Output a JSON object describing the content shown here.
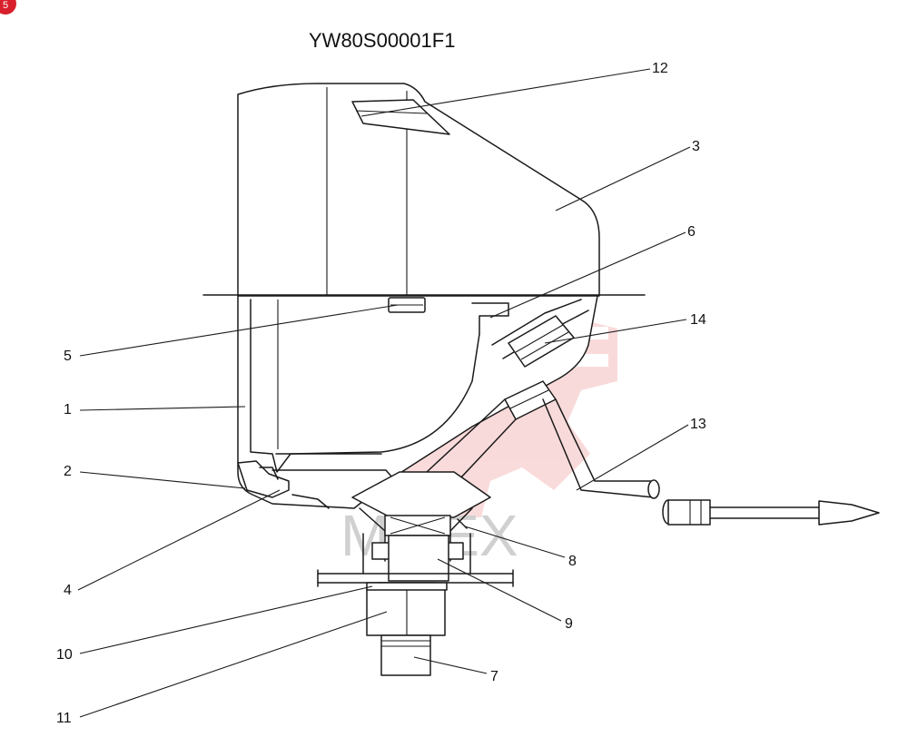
{
  "diagram": {
    "title": "YW80S00001F1",
    "watermark_text": "MITEX",
    "badge_color": "#d8202c",
    "watermark_color": "#e23a3a",
    "callouts": [
      "1",
      "2",
      "3",
      "4",
      "5",
      "6",
      "7",
      "8",
      "9",
      "10",
      "11",
      "12",
      "13",
      "14"
    ]
  }
}
